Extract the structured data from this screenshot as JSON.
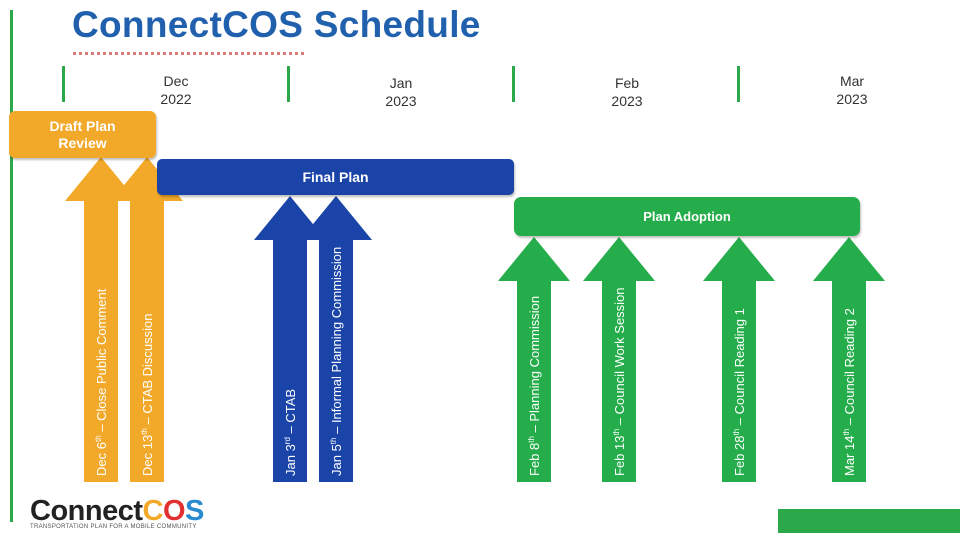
{
  "title": "ConnectCOS Schedule",
  "months": [
    {
      "month": "Dec",
      "year": "2022"
    },
    {
      "month": "Jan",
      "year": "2023"
    },
    {
      "month": "Feb",
      "year": "2023"
    },
    {
      "month": "Mar",
      "year": "2023"
    }
  ],
  "phases": {
    "draft": "Draft Plan Review",
    "final": "Final Plan",
    "adoption": "Plan Adoption"
  },
  "milestones": [
    {
      "pre": "Dec 6",
      "sup": "th",
      "post": " – Close Public Comment",
      "color": "#f2a92a"
    },
    {
      "pre": "Dec 13",
      "sup": "th",
      "post": " – CTAB Discussion",
      "color": "#f2a92a"
    },
    {
      "pre": "Jan 3",
      "sup": "rd",
      "post": " – CTAB",
      "color": "#1a44a8"
    },
    {
      "pre": "Jan 5",
      "sup": "th",
      "post": " – Informal Planning Commission",
      "color": "#1a44a8"
    },
    {
      "pre": "Feb 8",
      "sup": "th",
      "post": " – Planning Commission",
      "color": "#24ad4a"
    },
    {
      "pre": "Feb 13",
      "sup": "th",
      "post": " – Council Work Session",
      "color": "#24ad4a"
    },
    {
      "pre": "Feb 28",
      "sup": "th",
      "post": " – Council Reading 1",
      "color": "#24ad4a"
    },
    {
      "pre": "Mar 14",
      "sup": "th",
      "post": " – Council Reading 2",
      "color": "#24ad4a"
    }
  ],
  "logo": {
    "name_a": "Connect",
    "name_c": "C",
    "name_o": "O",
    "name_s": "S",
    "tagline": "TRANSPORTATION PLAN FOR A MOBILE COMMUNITY"
  },
  "colors": {
    "accent_green": "#2aa84a",
    "title_blue": "#2060ad"
  }
}
